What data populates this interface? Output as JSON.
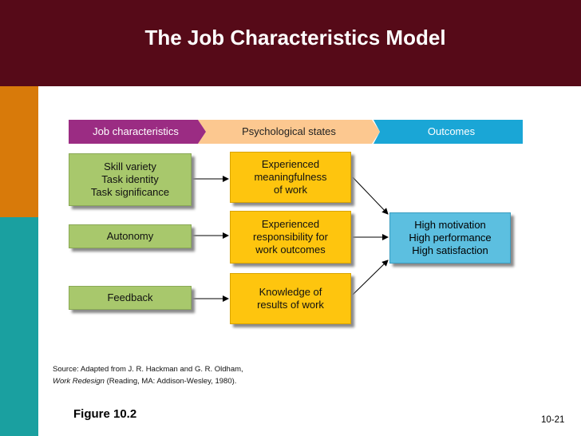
{
  "title": "The Job Characteristics Model",
  "headers": {
    "job": "Job characteristics",
    "psych": "Psychological states",
    "outcomes": "Outcomes"
  },
  "job_boxes": [
    {
      "lines": [
        "Skill variety",
        "Task identity",
        "Task significance"
      ]
    },
    {
      "lines": [
        "Autonomy"
      ]
    },
    {
      "lines": [
        "Feedback"
      ]
    }
  ],
  "psych_boxes": [
    {
      "lines": [
        "Experienced",
        "meaningfulness",
        "of work"
      ]
    },
    {
      "lines": [
        "Experienced",
        "responsibility for",
        "work outcomes"
      ]
    },
    {
      "lines": [
        "Knowledge of",
        "results of work"
      ]
    }
  ],
  "outcome_box": {
    "lines": [
      "High motivation",
      "High performance",
      "High satisfaction"
    ]
  },
  "source": {
    "line1": "Source: Adapted from J. R. Hackman and G. R. Oldham,",
    "book": "Work Redesign",
    "line2": " (Reading, MA: Addison-Wesley, 1980)."
  },
  "figure_label": "Figure 10.2",
  "page_number": "10-21",
  "colors": {
    "header_bg": "#560a18",
    "magenta": "#9b2c83",
    "peach": "#fcc890",
    "cyan": "#1aa6d6",
    "green": "#a8c86c",
    "yellow": "#fec50e",
    "blue": "#5cbfe0"
  }
}
